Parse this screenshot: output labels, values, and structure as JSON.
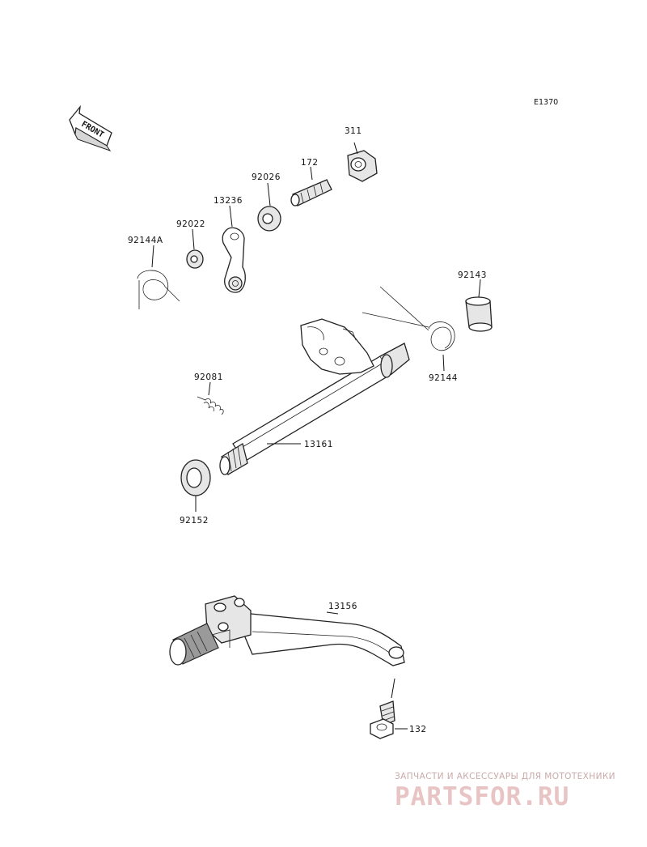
{
  "diagram": {
    "code": "E1370",
    "front_label": "FRONT",
    "parts": {
      "p311": "311",
      "p172": "172",
      "p92026": "92026",
      "p13236": "13236",
      "p92022": "92022",
      "p92144A": "92144A",
      "p92143": "92143",
      "p92144": "92144",
      "p92081": "92081",
      "p13161": "13161",
      "p92152": "92152",
      "p13156": "13156",
      "p132": "132"
    }
  },
  "watermark": {
    "tagline": "ЗАПЧАСТИ И АКСЕССУАРЫ ДЛЯ МОТОТЕХНИКИ",
    "logo": "PARTSFOR.RU"
  }
}
